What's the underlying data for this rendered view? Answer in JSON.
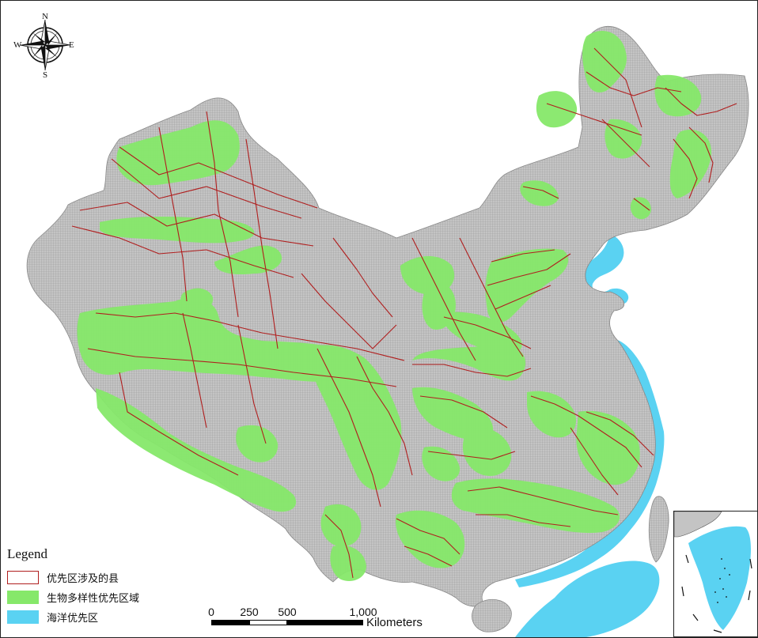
{
  "compass": {
    "n": "N",
    "s": "S",
    "e": "E",
    "w": "W"
  },
  "legend": {
    "title": "Legend",
    "items": [
      {
        "label": "优先区涉及的县",
        "kind": "county-boundary"
      },
      {
        "label": "生物多样性优先区域",
        "kind": "biodiversity-area"
      },
      {
        "label": "海洋优先区",
        "kind": "marine-area"
      }
    ]
  },
  "scale_bar": {
    "ticks": [
      "0",
      "250",
      "500",
      "1,000"
    ],
    "unit": "Kilometers"
  },
  "colors": {
    "land": "#bdbdbd",
    "biodiversity": "#86e86a",
    "marine": "#5ad2f2",
    "county_border": "#b01e1e"
  }
}
